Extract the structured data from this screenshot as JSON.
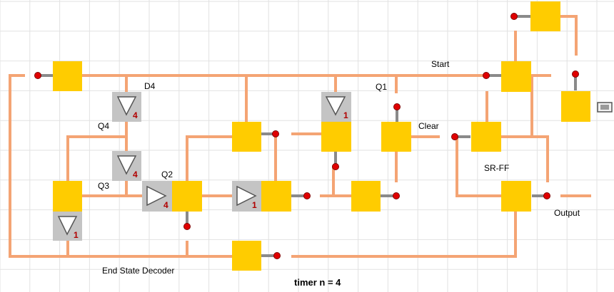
{
  "title": "timer  n = 4",
  "labels": {
    "start": "Start",
    "d4": "D4",
    "q1": "Q1",
    "q4": "Q4",
    "clear": "Clear",
    "sr_ff": "SR-FF",
    "q3": "Q3",
    "q2": "Q2",
    "output": "Output",
    "end_state_decoder": "End State Decoder"
  },
  "buffers": [
    {
      "id": "buf-d4",
      "delay": "4"
    },
    {
      "id": "buf-q1",
      "delay": "1"
    },
    {
      "id": "buf-q3",
      "delay": "4"
    },
    {
      "id": "buf-q2",
      "delay": "4"
    },
    {
      "id": "buf-mid",
      "delay": "1"
    },
    {
      "id": "buf-left",
      "delay": "1"
    }
  ],
  "colors": {
    "wire": "#f4a474",
    "gate": "#ffcc00",
    "buffer": "#c4c4c4",
    "pin": "#e00000",
    "grid": "#e2e2e2"
  }
}
